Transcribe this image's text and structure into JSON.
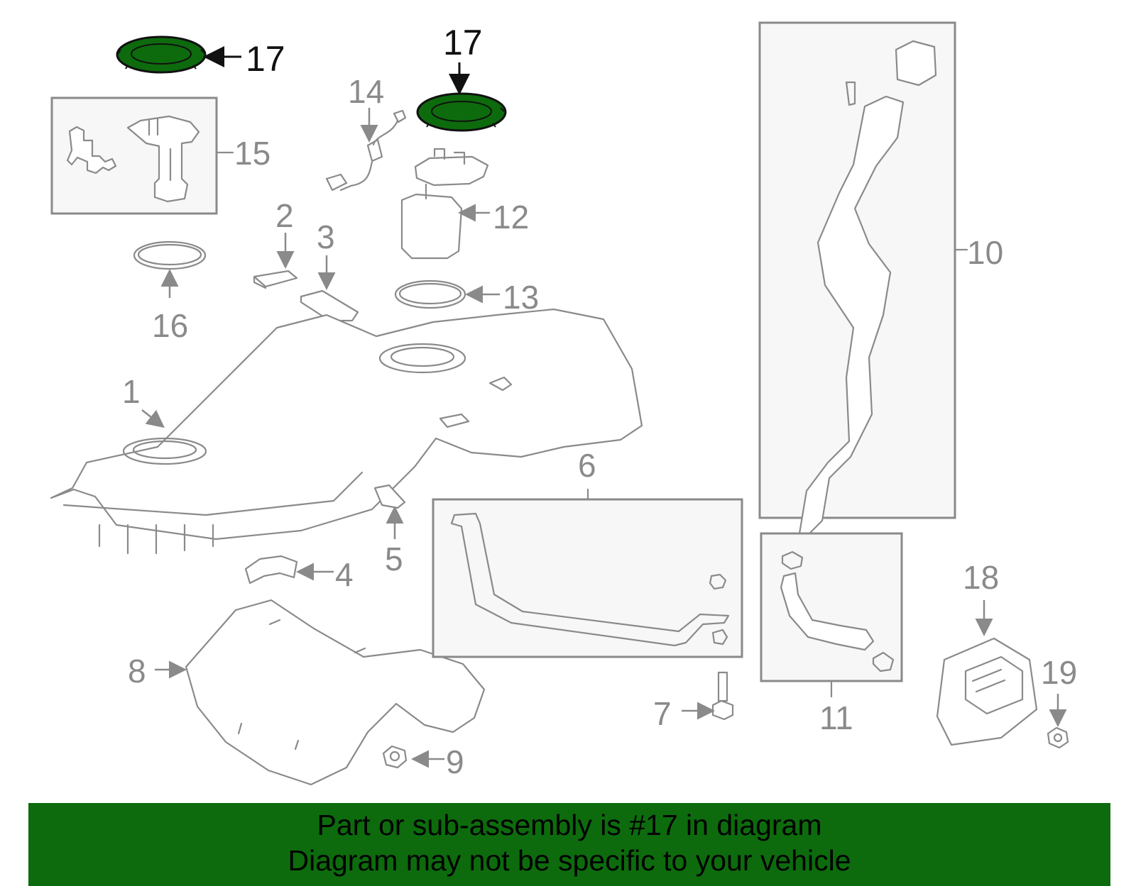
{
  "callouts": {
    "c1": "1",
    "c2": "2",
    "c3": "3",
    "c4": "4",
    "c5": "5",
    "c6": "6",
    "c7": "7",
    "c8": "8",
    "c9": "9",
    "c10": "10",
    "c11": "11",
    "c12": "12",
    "c13": "13",
    "c14": "14",
    "c15": "15",
    "c16": "16",
    "c17a": "17",
    "c17b": "17",
    "c18": "18",
    "c19": "19"
  },
  "footer": {
    "line1": "Part or sub-assembly is #17 in diagram",
    "line2": "Diagram may not be specific to your vehicle"
  },
  "colors": {
    "highlight": "#0d6b0d",
    "line": "#8a8a8a"
  }
}
